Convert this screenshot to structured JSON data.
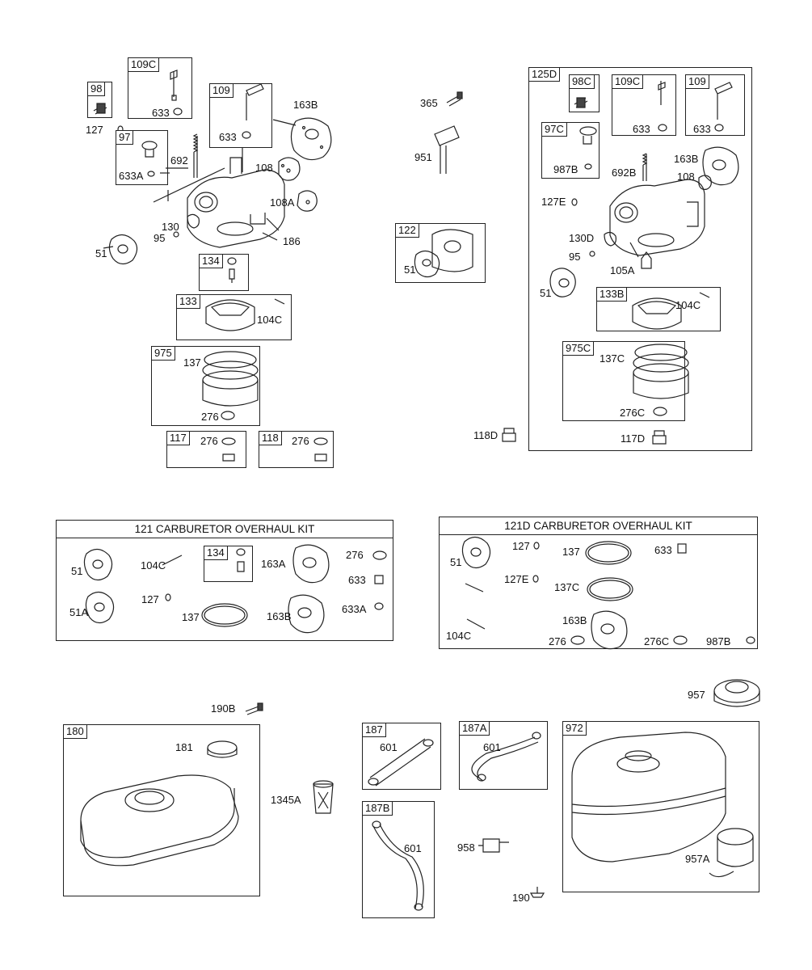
{
  "callouts": {
    "c98": "98",
    "c127": "127",
    "c109c": "109C",
    "c633a1": "633",
    "c109": "109",
    "c633b1": "633",
    "c163b1": "163B",
    "c97": "97",
    "c692": "692",
    "c633A": "633A",
    "c108": "108",
    "c108A": "108A",
    "c130": "130",
    "c95": "95",
    "c186": "186",
    "c51a": "51",
    "c134": "134",
    "c133": "133",
    "c104c1": "104C",
    "c975": "975",
    "c137": "137",
    "c276a": "276",
    "c117": "117",
    "c276b": "276",
    "c118": "118",
    "c276c": "276",
    "c365": "365",
    "c951": "951",
    "c122": "122",
    "c51b": "51",
    "c118D": "118D",
    "c125D": "125D",
    "c98C": "98C",
    "c109C2": "109C",
    "c633c": "633",
    "c109b": "109",
    "c633d": "633",
    "c97C": "97C",
    "c987B": "987B",
    "c692B": "692B",
    "c163B2": "163B",
    "c108b": "108",
    "c127E": "127E",
    "c130D": "130D",
    "c95b": "95",
    "c105A": "105A",
    "c51c": "51",
    "c133B": "133B",
    "c104C2": "104C",
    "c975C": "975C",
    "c137C": "137C",
    "c276C": "276C",
    "c117D": "117D",
    "kit1_title": "121 CARBURETOR OVERHAUL KIT",
    "k1_51": "51",
    "k1_104C": "104C",
    "k1_134": "134",
    "k1_163A": "163A",
    "k1_276": "276",
    "k1_633": "633",
    "k1_51A": "51A",
    "k1_127": "127",
    "k1_137": "137",
    "k1_163B": "163B",
    "k1_633A": "633A",
    "kit2_title": "121D CARBURETOR OVERHAUL KIT",
    "k2_51": "51",
    "k2_127": "127",
    "k2_137": "137",
    "k2_633": "633",
    "k2_127E": "127E",
    "k2_137C": "137C",
    "k2_104C": "104C",
    "k2_163B": "163B",
    "k2_276": "276",
    "k2_276C": "276C",
    "k2_987B": "987B",
    "c190B": "190B",
    "c957": "957",
    "c180": "180",
    "c181": "181",
    "c1345A": "1345A",
    "c187": "187",
    "c601a": "601",
    "c187A": "187A",
    "c601b": "601",
    "c187B": "187B",
    "c601c": "601",
    "c958": "958",
    "c190": "190",
    "c972": "972",
    "c957A": "957A"
  }
}
